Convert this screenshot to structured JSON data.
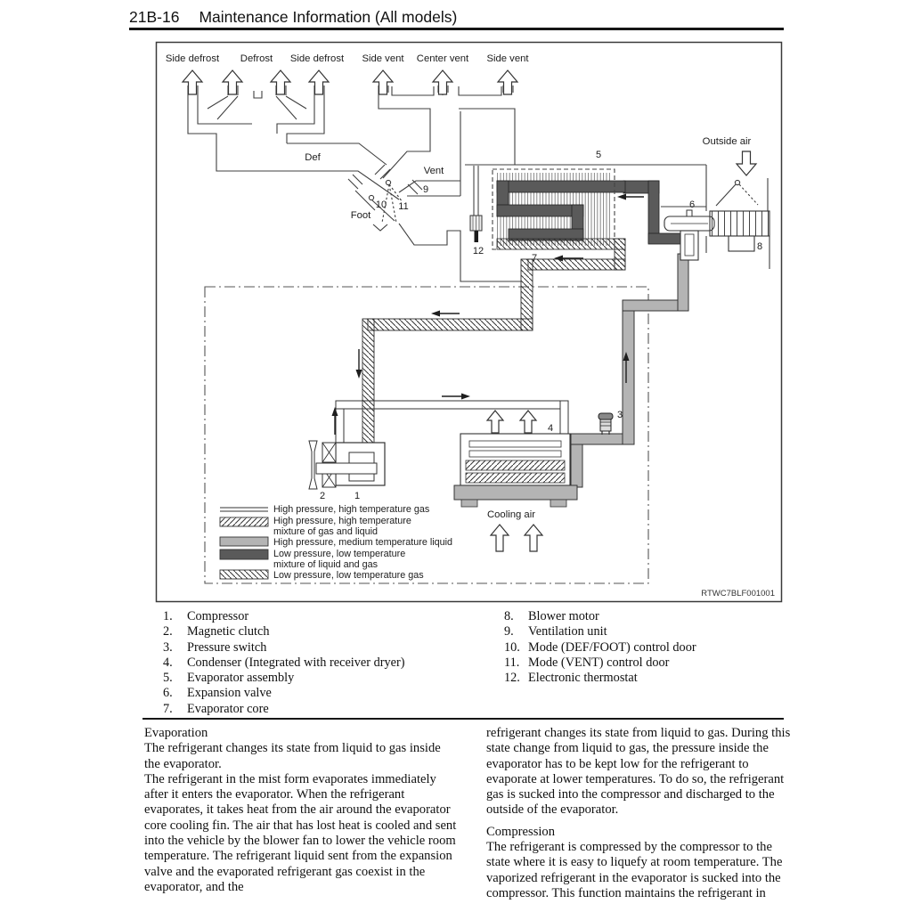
{
  "header": {
    "section": "21B-16",
    "title": "Maintenance Information (All models)"
  },
  "diagram": {
    "figure_code": "RTWC7BLF001001",
    "outlet_labels": [
      "Side defrost",
      "Defrost",
      "Side defrost",
      "Side vent",
      "Center vent",
      "Side vent"
    ],
    "duct_labels": {
      "def": "Def",
      "vent": "Vent",
      "foot": "Foot"
    },
    "air_labels": {
      "outside": "Outside air",
      "cooling": "Cooling air"
    },
    "callouts": {
      "n1": "1",
      "n2": "2",
      "n3": "3",
      "n4": "4",
      "n5": "5",
      "n6": "6",
      "n7": "7",
      "n8": "8",
      "n9": "9",
      "n10": "10",
      "n11": "11",
      "n12": "12"
    },
    "legend": [
      {
        "swatch": "thin-line",
        "line1": "High pressure, high temperature gas",
        "line2": ""
      },
      {
        "swatch": "hatch-fwd",
        "line1": "High pressure, high temperature",
        "line2": "mixture of gas and liquid"
      },
      {
        "swatch": "gray",
        "line1": "High pressure, medium temperature liquid",
        "line2": ""
      },
      {
        "swatch": "dark",
        "line1": "Low pressure, low temperature",
        "line2": "mixture of liquid and gas"
      },
      {
        "swatch": "hatch-back",
        "line1": "Low pressure, low temperature gas",
        "line2": ""
      }
    ],
    "colors": {
      "light_pipe": "#b4b4b4",
      "dark_pipe": "#5a5a5a"
    }
  },
  "parts": {
    "left": [
      {
        "num": "1.",
        "name": "Compressor"
      },
      {
        "num": "2.",
        "name": "Magnetic clutch"
      },
      {
        "num": "3.",
        "name": "Pressure switch"
      },
      {
        "num": "4.",
        "name": "Condenser (Integrated with receiver dryer)"
      },
      {
        "num": "5.",
        "name": "Evaporator assembly"
      },
      {
        "num": "6.",
        "name": "Expansion valve"
      },
      {
        "num": "7.",
        "name": "Evaporator core"
      }
    ],
    "right": [
      {
        "num": "8.",
        "name": "Blower motor"
      },
      {
        "num": "9.",
        "name": "Ventilation unit"
      },
      {
        "num": "10.",
        "name": "Mode (DEF/FOOT) control door"
      },
      {
        "num": "11.",
        "name": "Mode (VENT) control door"
      },
      {
        "num": "12.",
        "name": "Electronic thermostat"
      }
    ]
  },
  "body": {
    "left": {
      "heading": "Evaporation",
      "para1": "The refrigerant changes its state from liquid to gas inside the evaporator.",
      "para2": "The refrigerant in the mist form evaporates immediately after it enters the evaporator. When the refrigerant evaporates, it takes heat from the air around the evaporator core cooling fin. The air that has lost heat is cooled and sent into the vehicle by the blower fan to lower the vehicle room temperature. The refrigerant liquid sent from the expansion valve and the evaporated refrigerant gas coexist in the evaporator, and the"
    },
    "right": {
      "para0": "refrigerant changes its state from liquid to gas. During this state change from liquid to gas, the pressure inside the evaporator has to be kept low for the refrigerant to evaporate at lower temperatures. To do so, the refrigerant gas is sucked into the compressor and discharged to the outside of the evaporator.",
      "heading": "Compression",
      "para1": "The refrigerant is compressed by the compressor to the state where it is easy to liquefy at room temperature. The vaporized refrigerant in the evaporator is sucked into the compressor. This function maintains the refrigerant in"
    }
  }
}
